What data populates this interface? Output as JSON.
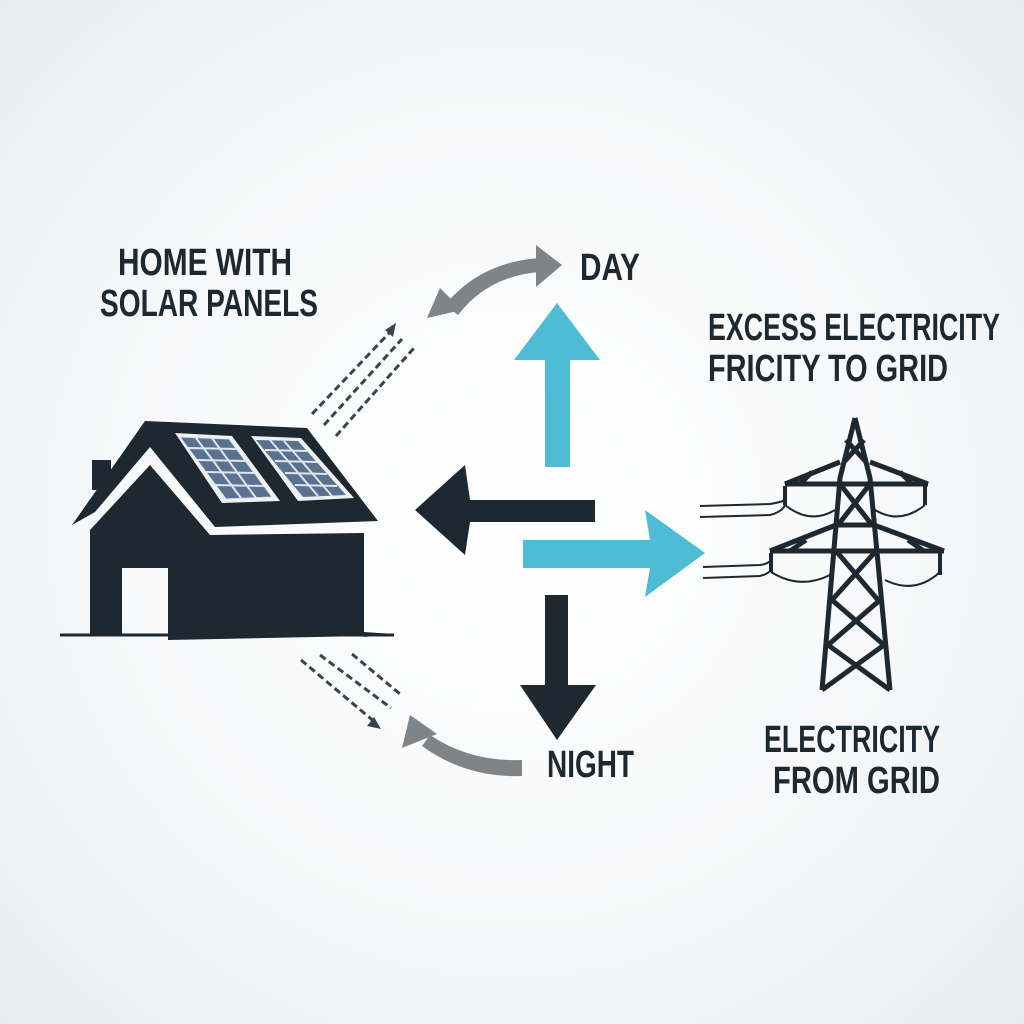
{
  "labels": {
    "home_line1": "HOME WITH",
    "home_line2": "SOLAR PANELS",
    "day": "DAY",
    "excess_line1": "EXCESS ELECTRICITY",
    "excess_line2": "FRICITY TO GRID",
    "night": "NIGHT",
    "grid_line1": "ELECTRICITY",
    "grid_line2": "FROM GRID"
  },
  "colors": {
    "dark": "#1e2830",
    "cyan": "#4dbcd4",
    "grey": "#7f8488",
    "panel": "#5a7290"
  },
  "icons": [
    "house-icon",
    "solar-panel-icon",
    "transmission-tower-icon",
    "sun-ray-icon",
    "curved-arrow-icon"
  ]
}
